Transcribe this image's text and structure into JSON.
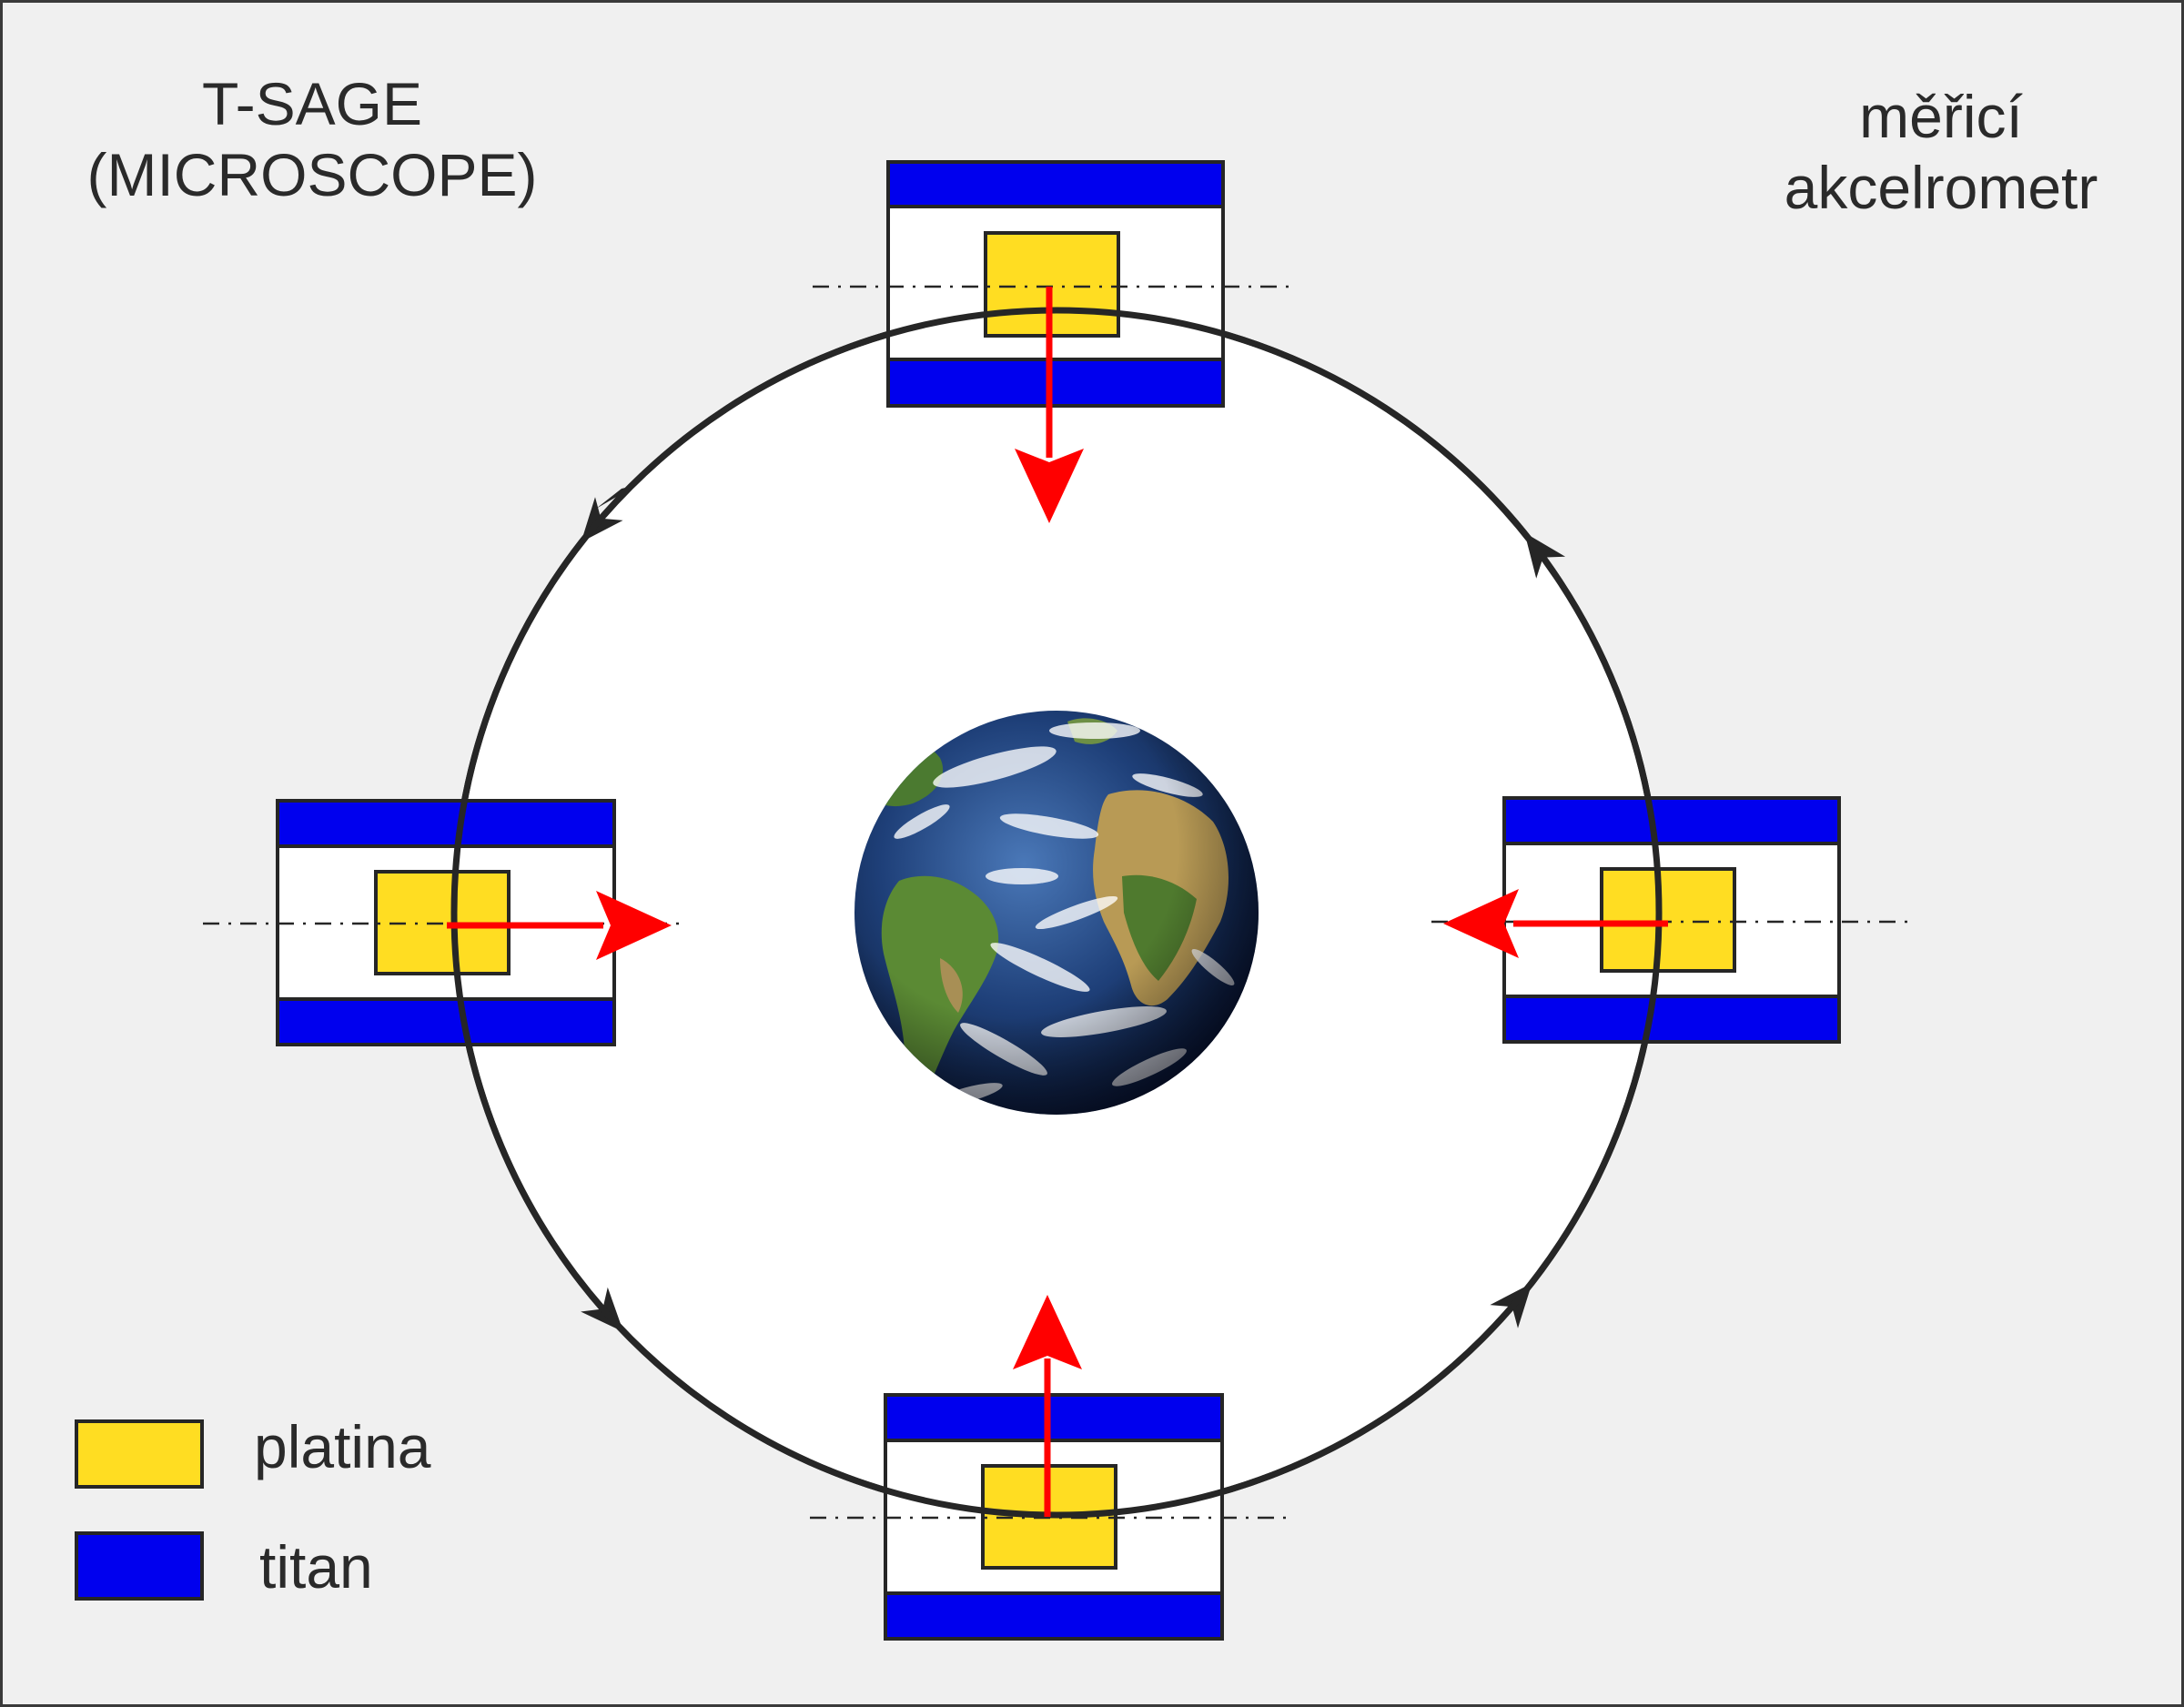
{
  "titles": {
    "left_line1": "T-SAGE",
    "left_line2": "(MICROSCOPE)",
    "right_line1": "měřicí",
    "right_line2": "akcelrometr"
  },
  "legend": {
    "items": [
      {
        "label": "platina",
        "color": "#ffdd22"
      },
      {
        "label": "titan",
        "color": "#0000ee"
      }
    ]
  },
  "colors": {
    "background": "#f0f0f0",
    "orbit_fill": "#ffffff",
    "orbit_stroke": "#262626",
    "force_arrow": "#ff0000",
    "platina": "#ffdd22",
    "titan": "#0000ee",
    "outline": "#262626"
  },
  "icons": {
    "center": "earth-globe-icon"
  }
}
